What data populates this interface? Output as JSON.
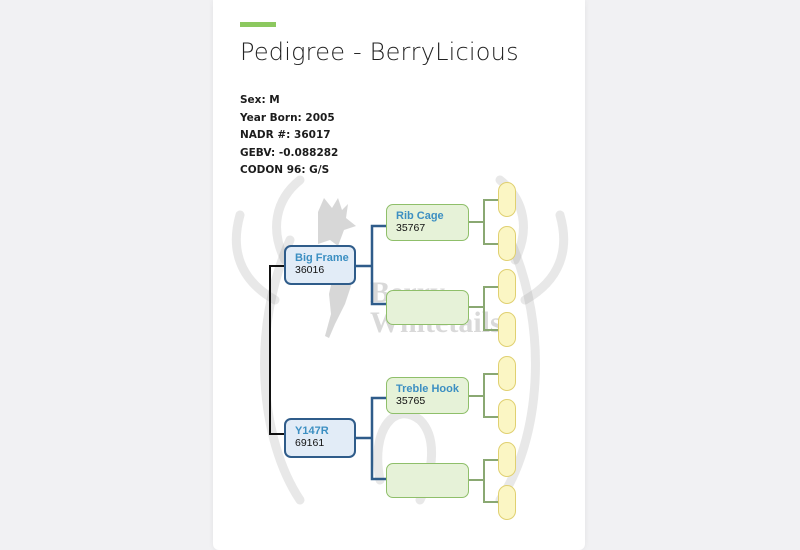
{
  "page": {
    "title": "Pedigree - BerryLicious",
    "accent_color": "#8cc85f"
  },
  "animal": {
    "sex": "Sex: M",
    "year_born": "Year Born: 2005",
    "nadr": "NADR #: 36017",
    "gebv": "GEBV: -0.088282",
    "codon": "CODON 96: G/S"
  },
  "watermark": {
    "line1": "Berry",
    "line2": "Whitetails",
    "icon": "deer-icon"
  },
  "pedigree": {
    "sire": {
      "name": "Big Frame",
      "id": "36016"
    },
    "dam": {
      "name": "Y147R",
      "id": "69161"
    },
    "sire_sire": {
      "name": "Rib Cage",
      "id": "35767"
    },
    "sire_dam": {
      "name": "",
      "id": ""
    },
    "dam_sire": {
      "name": "Treble Hook",
      "id": "35765"
    },
    "dam_dam": {
      "name": "",
      "id": ""
    }
  },
  "colors": {
    "parent_fill": "#e2ecf7",
    "parent_border": "#2f5c8a",
    "grandparent_fill": "#e6f2d8",
    "grandparent_border": "#8fbf6a",
    "great_grandparent_fill": "#fbf6c4",
    "great_grandparent_border": "#e0d070"
  }
}
